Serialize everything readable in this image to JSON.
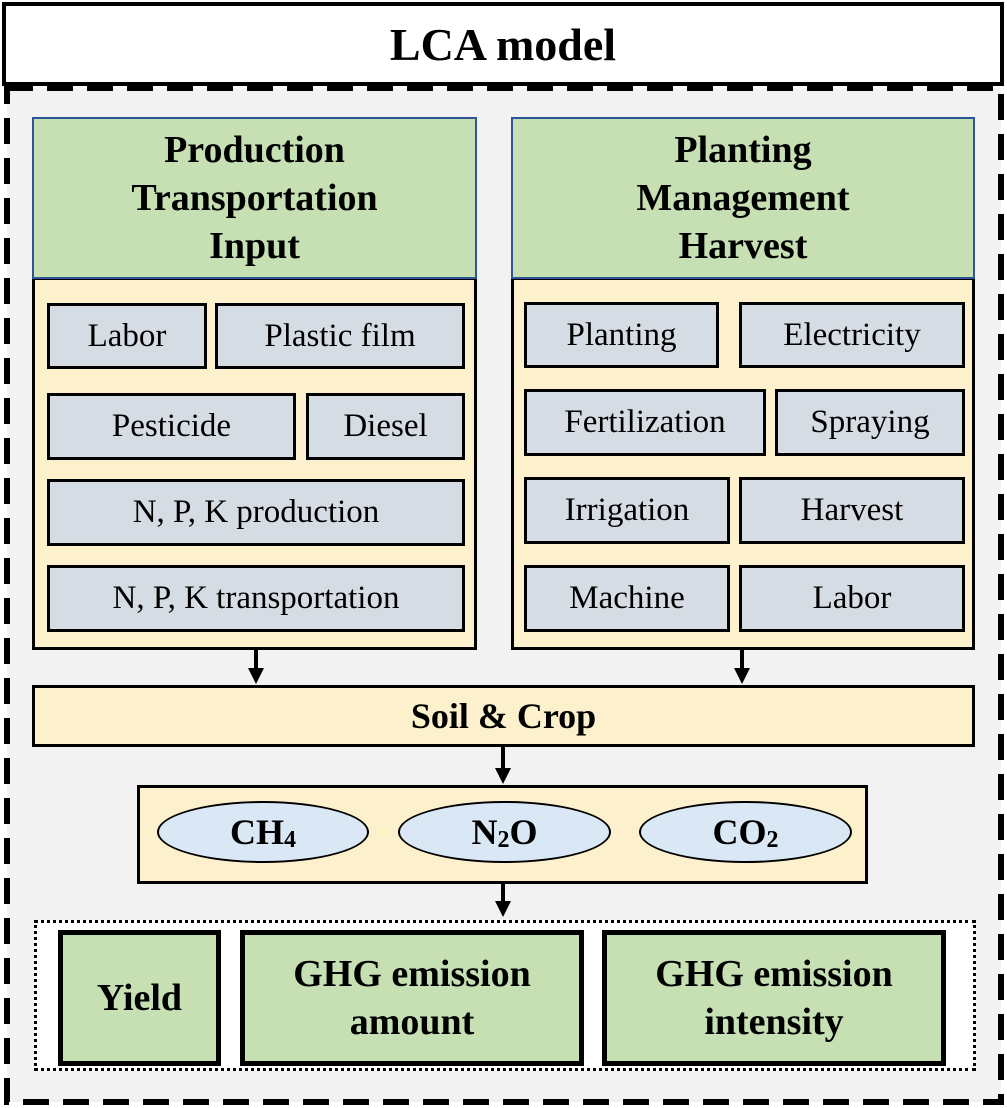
{
  "title": "LCA model",
  "left_panel": {
    "header": [
      "Production",
      "Transportation",
      "Input"
    ],
    "items": [
      "Labor",
      "Plastic film",
      "Pesticide",
      "Diesel",
      "N, P, K  production",
      "N, P, K  transportation"
    ]
  },
  "right_panel": {
    "header": [
      "Planting",
      "Management",
      "Harvest"
    ],
    "items": [
      "Planting",
      "Electricity",
      "Fertilization",
      "Spraying",
      "Irrigation",
      "Harvest",
      "Machine",
      "Labor"
    ]
  },
  "soil": "Soil & Crop",
  "gases": [
    {
      "base": "CH",
      "sub": "4",
      "tail": ""
    },
    {
      "base": "N",
      "sub": "2",
      "tail": "O"
    },
    {
      "base": "CO",
      "sub": "2",
      "tail": ""
    }
  ],
  "outputs": [
    [
      "Yield"
    ],
    [
      "GHG emission",
      "amount"
    ],
    [
      "GHG emission",
      "intensity"
    ]
  ]
}
